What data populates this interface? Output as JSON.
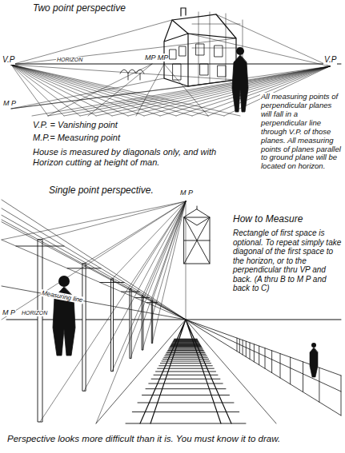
{
  "diagram": {
    "caption": "Perspective looks more difficult than it is. You must know it to draw.",
    "labels": [
      "Two point perspective",
      "V.P",
      "HORIZON",
      "MP MP",
      "V.P",
      "M P",
      "V.P. = Vanishing point",
      "M.P.= Measuring point",
      "House is measured by diagonals only, and with Horizon cutting at height of man.",
      "All measuring points of perpendicular planes will fall in a perpendicular line through V.P. of those planes. All measuring points of planes parallel to ground plane will be located on horizon.",
      "Single point perspective.",
      "M P",
      "How to Measure",
      "Rectangle of first space is optional. To repeat simply take diagonal of the first space to the horizon, or to the perpendicular thru VP and back. (A thru B to M P and back to C)",
      "Measuring line",
      "M P",
      "HORIZON"
    ]
  }
}
